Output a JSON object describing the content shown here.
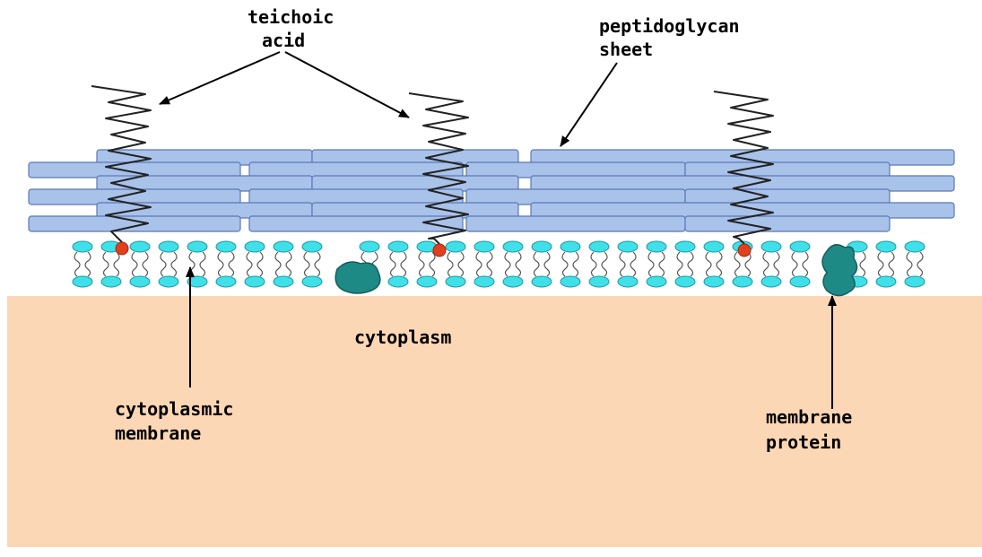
{
  "labels": {
    "teichoic_acid": [
      "teichoic",
      "acid"
    ],
    "peptidoglycan_sheet": [
      "peptidoglycan",
      "sheet"
    ],
    "cytoplasm": "cytoplasm",
    "cytoplasmic_membrane": [
      "cytoplasmic",
      "membrane"
    ],
    "membrane_protein": [
      "membrane",
      "protein"
    ]
  },
  "colors": {
    "cytoplasm": "#fbd7b5",
    "peptidoglycan_fill": "#a9c2ea",
    "peptidoglycan_stroke": "#5b78b4",
    "lipid_head": "#40e0e8",
    "lipid_head_stroke": "#1a9aa8",
    "protein": "#1e8a86",
    "teichoic_anchor": "#e0401e",
    "strand": "#222222"
  }
}
